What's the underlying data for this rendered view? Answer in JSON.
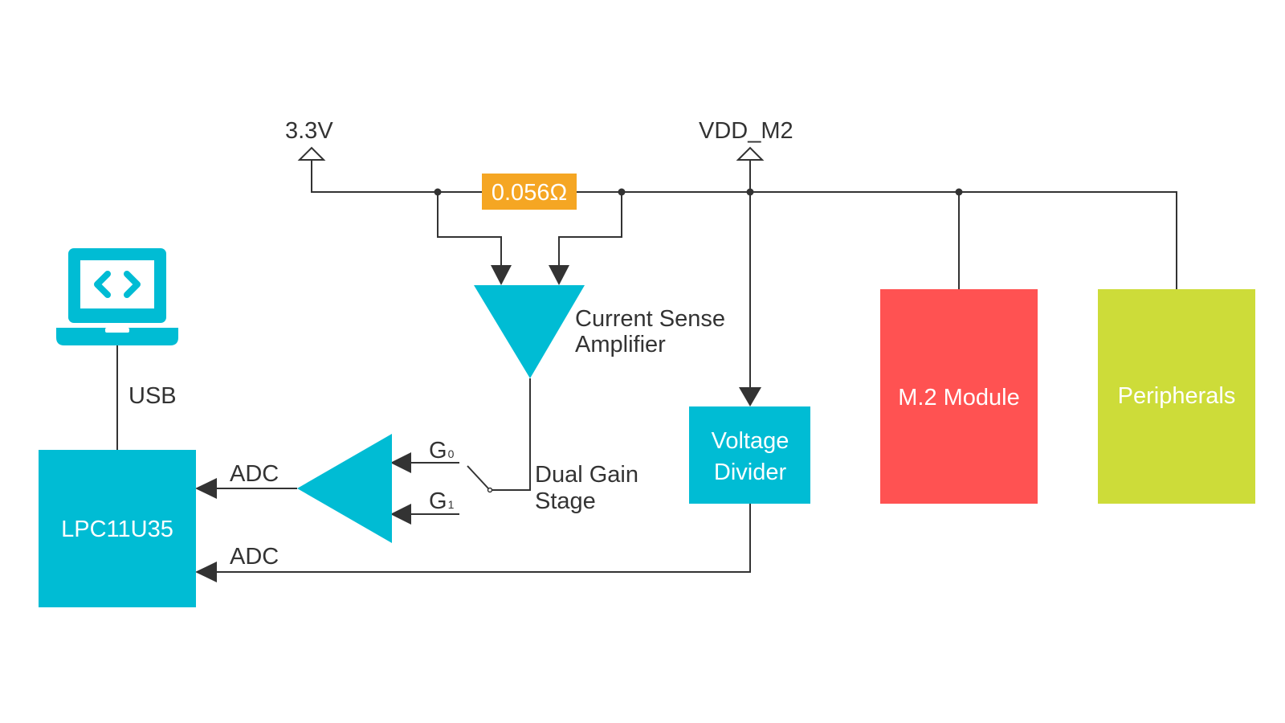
{
  "rails": {
    "supply": "3.3V",
    "vdd": "VDD_M2"
  },
  "resistor": {
    "label": "0.056Ω",
    "color": "#f5a623"
  },
  "amplifier": {
    "label_line1": "Current Sense",
    "label_line2": "Amplifier"
  },
  "gain_stage": {
    "label_line1": "Dual Gain",
    "label_line2": "Stage",
    "g0_main": "G",
    "g0_sub": "0",
    "g1_main": "G",
    "g1_sub": "1"
  },
  "links": {
    "usb": "USB",
    "adc1": "ADC",
    "adc2": "ADC"
  },
  "blocks": {
    "mcu": {
      "label": "LPC11U35",
      "color": "#00bcd4"
    },
    "divider": {
      "label_line1": "Voltage",
      "label_line2": "Divider",
      "color": "#00bcd4"
    },
    "m2": {
      "label": "M.2 Module",
      "color": "#ff5252"
    },
    "peripherals": {
      "label": "Peripherals",
      "color": "#cddc39"
    }
  },
  "icons": {
    "laptop": "laptop-code-icon",
    "color": "#00bcd4"
  }
}
